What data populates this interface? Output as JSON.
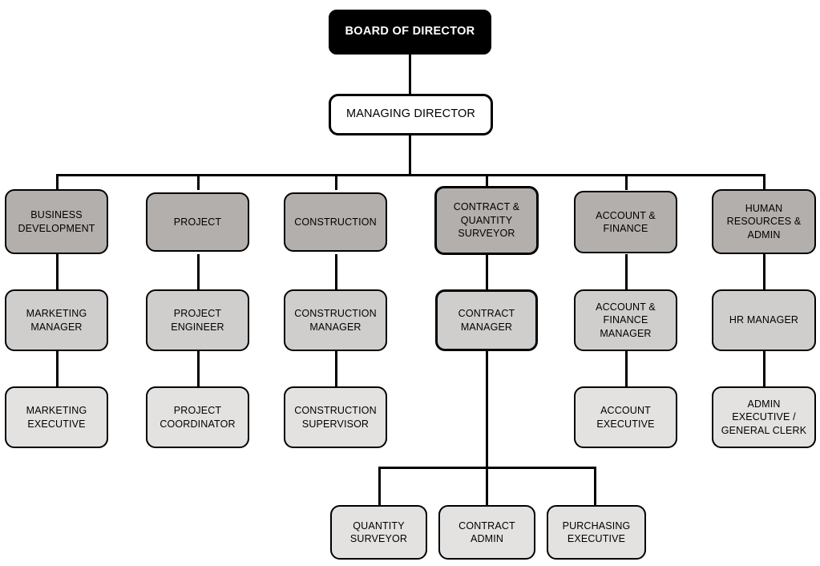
{
  "chart_data": {
    "type": "diagram",
    "diagram_kind": "organizational-chart",
    "title": "",
    "orientation": "top-down",
    "levels": 5,
    "palette": {
      "board_fill": "#000000",
      "board_text": "#ffffff",
      "managing_director_fill": "#ffffff",
      "department_fill": "#b3afac",
      "manager_fill": "#d0cecd",
      "executive_fill": "#e3e2e1",
      "line_color": "#000000",
      "background": "#ffffff"
    },
    "nodes": [
      {
        "id": "board",
        "label": "BOARD OF DIRECTOR",
        "level": 0,
        "parent": null
      },
      {
        "id": "md",
        "label": "MANAGING DIRECTOR",
        "level": 1,
        "parent": "board"
      },
      {
        "id": "business_development",
        "label": "BUSINESS\nDEVELOPMENT",
        "level": 2,
        "parent": "md"
      },
      {
        "id": "project",
        "label": "PROJECT",
        "level": 2,
        "parent": "md"
      },
      {
        "id": "construction",
        "label": "CONSTRUCTION",
        "level": 2,
        "parent": "md"
      },
      {
        "id": "contract_qs",
        "label": "CONTRACT &\nQUANTITY\nSURVEYOR",
        "level": 2,
        "parent": "md"
      },
      {
        "id": "account_finance",
        "label": "ACCOUNT &\nFINANCE",
        "level": 2,
        "parent": "md"
      },
      {
        "id": "hr_admin",
        "label": "HUMAN\nRESOURCES &\nADMIN",
        "level": 2,
        "parent": "md"
      },
      {
        "id": "marketing_manager",
        "label": "MARKETING\nMANAGER",
        "level": 3,
        "parent": "business_development"
      },
      {
        "id": "project_engineer",
        "label": "PROJECT\nENGINEER",
        "level": 3,
        "parent": "project"
      },
      {
        "id": "construction_manager",
        "label": "CONSTRUCTION\nMANAGER",
        "level": 3,
        "parent": "construction"
      },
      {
        "id": "contract_manager",
        "label": "CONTRACT\nMANAGER",
        "level": 3,
        "parent": "contract_qs"
      },
      {
        "id": "account_finance_manager",
        "label": "ACCOUNT &\nFINANCE\nMANAGER",
        "level": 3,
        "parent": "account_finance"
      },
      {
        "id": "hr_manager",
        "label": "HR MANAGER",
        "level": 3,
        "parent": "hr_admin"
      },
      {
        "id": "marketing_executive",
        "label": "MARKETING\nEXECUTIVE",
        "level": 4,
        "parent": "marketing_manager"
      },
      {
        "id": "project_coordinator",
        "label": "PROJECT\nCOORDINATOR",
        "level": 4,
        "parent": "project_engineer"
      },
      {
        "id": "construction_supervisor",
        "label": "CONSTRUCTION\nSUPERVISOR",
        "level": 4,
        "parent": "construction_manager"
      },
      {
        "id": "account_executive",
        "label": "ACCOUNT\nEXECUTIVE",
        "level": 4,
        "parent": "account_finance_manager"
      },
      {
        "id": "admin_executive",
        "label": "ADMIN\nEXECUTIVE /\nGENERAL CLERK",
        "level": 4,
        "parent": "hr_manager"
      },
      {
        "id": "quantity_surveyor",
        "label": "QUANTITY\nSURVEYOR",
        "level": 5,
        "parent": "contract_manager"
      },
      {
        "id": "contract_admin",
        "label": "CONTRACT\nADMIN",
        "level": 5,
        "parent": "contract_manager"
      },
      {
        "id": "purchasing_executive",
        "label": "PURCHASING\nEXECUTIVE",
        "level": 5,
        "parent": "contract_manager"
      }
    ]
  },
  "nodes": {
    "board": {
      "label": "BOARD OF DIRECTOR"
    },
    "md": {
      "label": "MANAGING DIRECTOR"
    },
    "business_development": {
      "label": "BUSINESS\nDEVELOPMENT"
    },
    "project": {
      "label": "PROJECT"
    },
    "construction": {
      "label": "CONSTRUCTION"
    },
    "contract_qs": {
      "label": "CONTRACT &\nQUANTITY\nSURVEYOR"
    },
    "account_finance": {
      "label": "ACCOUNT &\nFINANCE"
    },
    "hr_admin": {
      "label": "HUMAN\nRESOURCES &\nADMIN"
    },
    "marketing_manager": {
      "label": "MARKETING\nMANAGER"
    },
    "project_engineer": {
      "label": "PROJECT\nENGINEER"
    },
    "construction_manager": {
      "label": "CONSTRUCTION\nMANAGER"
    },
    "contract_manager": {
      "label": "CONTRACT\nMANAGER"
    },
    "account_finance_manager": {
      "label": "ACCOUNT &\nFINANCE\nMANAGER"
    },
    "hr_manager": {
      "label": "HR MANAGER"
    },
    "marketing_executive": {
      "label": "MARKETING\nEXECUTIVE"
    },
    "project_coordinator": {
      "label": "PROJECT\nCOORDINATOR"
    },
    "construction_supervisor": {
      "label": "CONSTRUCTION\nSUPERVISOR"
    },
    "account_executive": {
      "label": "ACCOUNT\nEXECUTIVE"
    },
    "admin_executive": {
      "label": "ADMIN\nEXECUTIVE /\nGENERAL CLERK"
    },
    "quantity_surveyor": {
      "label": "QUANTITY\nSURVEYOR"
    },
    "contract_admin": {
      "label": "CONTRACT\nADMIN"
    },
    "purchasing_executive": {
      "label": "PURCHASING\nEXECUTIVE"
    }
  }
}
